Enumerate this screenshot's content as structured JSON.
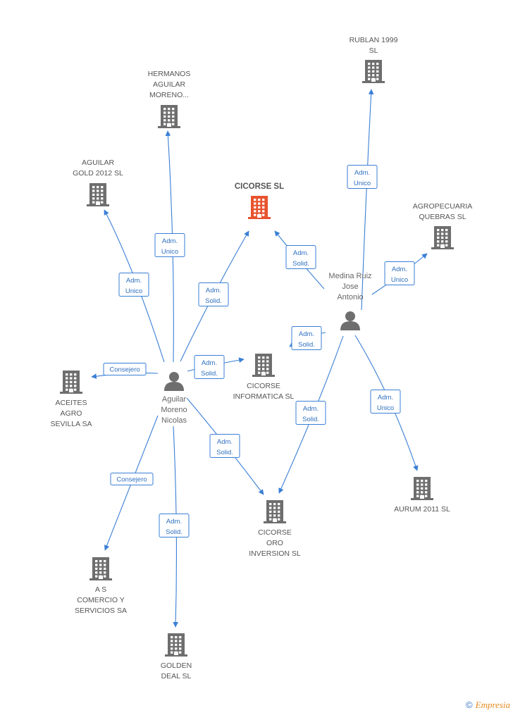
{
  "colors": {
    "edge": "#3a7fd5",
    "company": "#6e6e6e",
    "focus_company": "#e8532e",
    "person": "#6e6e6e"
  },
  "footer": {
    "copyright_symbol": "©",
    "brand": "Empresia"
  },
  "nodes": [
    {
      "id": "cicorse",
      "kind": "focus",
      "label": [
        "CICORSE SL"
      ]
    },
    {
      "id": "rublan",
      "kind": "company",
      "label": [
        "RUBLAN 1999",
        "SL"
      ]
    },
    {
      "id": "hermanos",
      "kind": "company",
      "label": [
        "HERMANOS",
        "AGUILAR",
        "MORENO..."
      ]
    },
    {
      "id": "aguilar_gold",
      "kind": "company",
      "label": [
        "AGUILAR",
        "GOLD 2012 SL"
      ]
    },
    {
      "id": "agropecuaria",
      "kind": "company",
      "label": [
        "AGROPECUARIA",
        "QUEBRAS  SL"
      ]
    },
    {
      "id": "aceites",
      "kind": "company",
      "label": [
        "ACEITES",
        "AGRO",
        "SEVILLA SA"
      ]
    },
    {
      "id": "cicorse_inf",
      "kind": "company",
      "label": [
        "CICORSE",
        "INFORMATICA SL"
      ]
    },
    {
      "id": "aurum",
      "kind": "company",
      "label": [
        "AURUM 2011 SL"
      ]
    },
    {
      "id": "cicorse_oro",
      "kind": "company",
      "label": [
        "CICORSE",
        "ORO",
        "INVERSION SL"
      ]
    },
    {
      "id": "as_comercio",
      "kind": "company",
      "label": [
        "A S",
        "COMERCIO Y",
        "SERVICIOS SA"
      ]
    },
    {
      "id": "golden",
      "kind": "company",
      "label": [
        "GOLDEN",
        "DEAL SL"
      ]
    },
    {
      "id": "medina",
      "kind": "person",
      "label": [
        "Medina Ruiz",
        "Jose",
        "Antonio"
      ]
    },
    {
      "id": "aguilar",
      "kind": "person",
      "label": [
        "Aguilar",
        "Moreno",
        "Nicolas"
      ]
    }
  ],
  "edges": [
    {
      "from": "aguilar",
      "to": "hermanos",
      "role": [
        "Adm.",
        "Unico"
      ]
    },
    {
      "from": "aguilar",
      "to": "aguilar_gold",
      "role": [
        "Adm.",
        "Unico"
      ]
    },
    {
      "from": "aguilar",
      "to": "cicorse",
      "role": [
        "Adm.",
        "Solid."
      ]
    },
    {
      "from": "aguilar",
      "to": "aceites",
      "role": [
        "Consejero"
      ]
    },
    {
      "from": "aguilar",
      "to": "cicorse_inf",
      "role": [
        "Adm.",
        "Solid."
      ]
    },
    {
      "from": "aguilar",
      "to": "cicorse_oro",
      "role": [
        "Adm.",
        "Solid."
      ]
    },
    {
      "from": "aguilar",
      "to": "as_comercio",
      "role": [
        "Consejero"
      ]
    },
    {
      "from": "aguilar",
      "to": "golden",
      "role": [
        "Adm.",
        "Solid."
      ]
    },
    {
      "from": "medina",
      "to": "rublan",
      "role": [
        "Adm.",
        "Unico"
      ]
    },
    {
      "from": "medina",
      "to": "cicorse",
      "role": [
        "Adm.",
        "Solid."
      ]
    },
    {
      "from": "medina",
      "to": "agropecuaria",
      "role": [
        "Adm.",
        "Unico"
      ]
    },
    {
      "from": "medina",
      "to": "cicorse_inf",
      "role": [
        "Adm.",
        "Solid."
      ]
    },
    {
      "from": "medina",
      "to": "cicorse_oro",
      "role": [
        "Adm.",
        "Solid."
      ]
    },
    {
      "from": "medina",
      "to": "aurum",
      "role": [
        "Adm.",
        "Unico"
      ]
    }
  ]
}
